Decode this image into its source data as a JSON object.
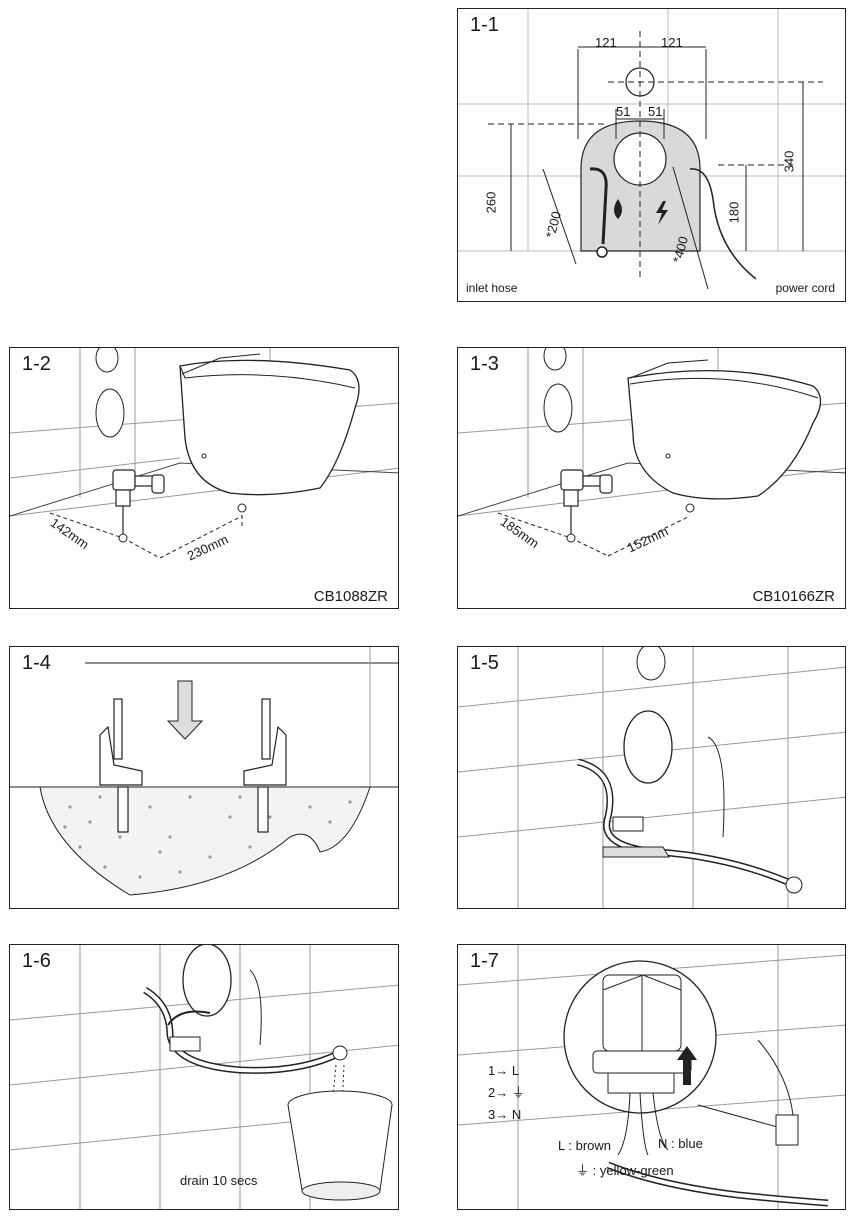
{
  "panels": {
    "p11": {
      "step": "1-1",
      "dims": {
        "top_left": "121",
        "top_right": "121",
        "mid_left": "51",
        "mid_right": "51",
        "h260": "260",
        "h340": "340",
        "h180": "180",
        "d200": "*200",
        "d400": "*400"
      },
      "inlet_hose": "inlet hose",
      "power_cord": "power cord"
    },
    "p12": {
      "step": "1-2",
      "dim_a": "142mm",
      "dim_b": "230mm",
      "model": "CB1088ZR"
    },
    "p13": {
      "step": "1-3",
      "dim_a": "185mm",
      "dim_b": "152mm",
      "model": "CB10166ZR"
    },
    "p14": {
      "step": "1-4"
    },
    "p15": {
      "step": "1-5"
    },
    "p16": {
      "step": "1-6",
      "caption": "drain 10 secs"
    },
    "p17": {
      "step": "1-7",
      "wiring": [
        {
          "num": "1→",
          "term": "L"
        },
        {
          "num": "2→",
          "term": "⏚"
        },
        {
          "num": "3→",
          "term": "N"
        }
      ],
      "l_label": "L : brown",
      "n_label": "N : blue",
      "ground_label": ": yellow-green"
    }
  },
  "colors": {
    "line": "#222222",
    "fill_gray": "#d9d9d9",
    "dots": "#9a9a9a"
  }
}
